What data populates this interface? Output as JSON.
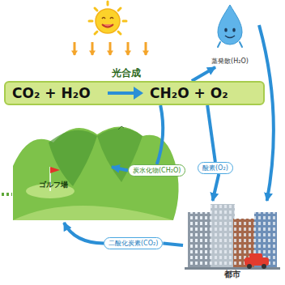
{
  "diagram": {
    "nodes": [
      {
        "text": [
          "CO₂ + H₂O",
          "光合成",
          "CH₂O + O₂"
        ]
      },
      {
        "text": [
          "ゴルフ場"
        ]
      },
      {
        "text": [
          "炭水化物(CH₂O)"
        ]
      },
      {
        "text": [
          "酸素(O₂)"
        ]
      },
      {
        "text": [
          "蒸発散(H₂O)"
        ]
      },
      {
        "text": [
          "都市"
        ]
      },
      {
        "text": [
          "二酸化炭素(CO₂)"
        ]
      }
    ],
    "edges": [
      {
        "from": 0,
        "to": 4,
        "arrow": "to"
      },
      {
        "from": 4,
        "to": 5,
        "arrow": "to"
      },
      {
        "from": 0,
        "to": 2,
        "arrow": "none"
      },
      {
        "from": 2,
        "to": 1,
        "arrow": "to"
      },
      {
        "from": 0,
        "to": 3,
        "arrow": "none"
      },
      {
        "from": 3,
        "to": 5,
        "arrow": "to"
      },
      {
        "from": 5,
        "to": 6,
        "arrow": "none"
      },
      {
        "from": 6,
        "to": 1,
        "arrow": "to"
      }
    ]
  }
}
